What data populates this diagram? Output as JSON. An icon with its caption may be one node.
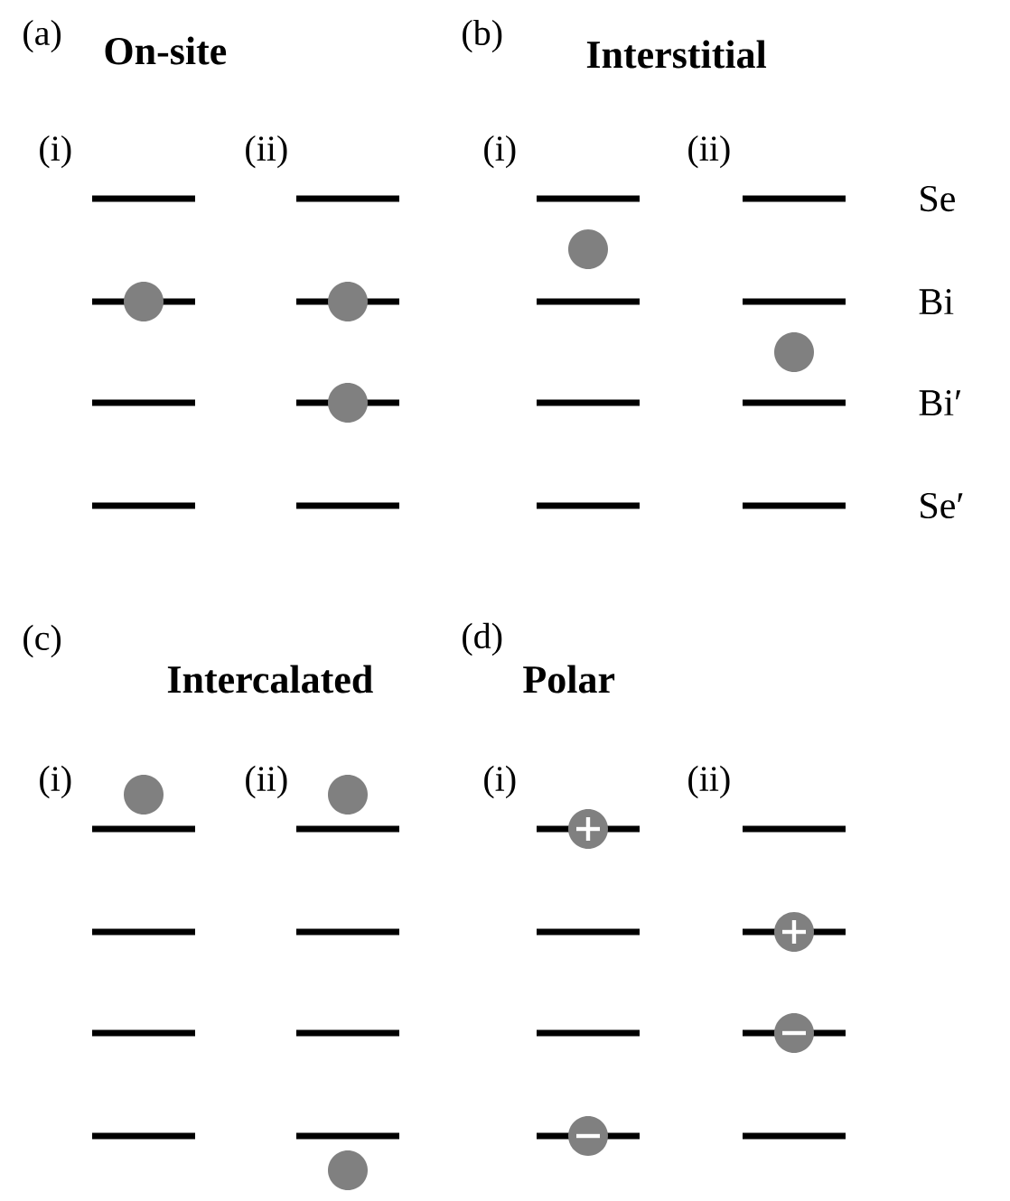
{
  "diagram": {
    "labels": [
      "(a)",
      "On-site",
      "(b)",
      "Interstitial",
      "(i)",
      "(ii)",
      "(i)",
      "(ii)",
      "Se",
      "Bi",
      "Bi′",
      "Se′",
      "(c)",
      "Intercalated",
      "(d)",
      "Polar",
      "(i)",
      "(ii)",
      "(i)",
      "(ii)"
    ]
  }
}
